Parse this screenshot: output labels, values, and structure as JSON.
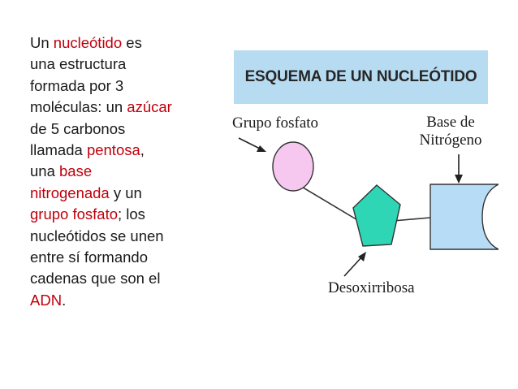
{
  "text": {
    "s1": "Un ",
    "s2": "nucleótido",
    "s3": " es\nuna estructura\nformada por 3\nmoléculas: un ",
    "s4": "azúcar",
    "s5": "\nde 5 carbonos\nllamada ",
    "s6": "pentosa",
    "s7": ",\nuna ",
    "s8": "base\nnitrogenada",
    "s9": " y un\n",
    "s10": "grupo fosfato",
    "s11": "; los\nnucleótidos se unen\nentre sí formando\ncadenas  que son el\n",
    "s12": "ADN",
    "s13": "."
  },
  "diagram": {
    "title": "ESQUEMA DE UN NUCLEÓTIDO",
    "label_fosfato": "Grupo fosfato",
    "label_base_line1": "Base de",
    "label_base_line2": "Nitrógeno",
    "label_pentosa": "Desoxirribosa"
  },
  "colors": {
    "highlight": "#c0000c",
    "title_bg": "#b7dcf2",
    "phosphate_fill": "#f6c8f0",
    "sugar_fill": "#2ed6b6",
    "base_fill": "#b7dcf6"
  }
}
